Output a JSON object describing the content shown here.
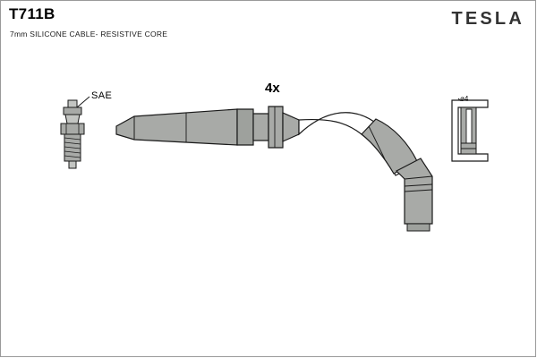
{
  "header": {
    "part_number": "T711B",
    "subtitle": "7mm SILICONE CABLE- RESISTIVE CORE",
    "brand": "TESLA"
  },
  "labels": {
    "sae": "SAE",
    "quantity": "4x",
    "diameter": "ø4"
  },
  "colors": {
    "part_fill": "#a8aaa7",
    "part_fill_light": "#c3c5c2",
    "part_fill_dark": "#8e918d",
    "outline": "#1a1a1a",
    "white": "#ffffff",
    "frame": "#9a9a9a",
    "brand_text": "#333333"
  },
  "diagram": {
    "name": "ignition-cable-set-drawing",
    "components": [
      {
        "name": "spark-plug-connector-sae",
        "label": "SAE"
      },
      {
        "name": "ignition-cable-assembly",
        "label": "4x"
      },
      {
        "name": "coil-end-boot"
      },
      {
        "name": "retaining-clip-sleeve",
        "label": "ø4"
      }
    ]
  }
}
